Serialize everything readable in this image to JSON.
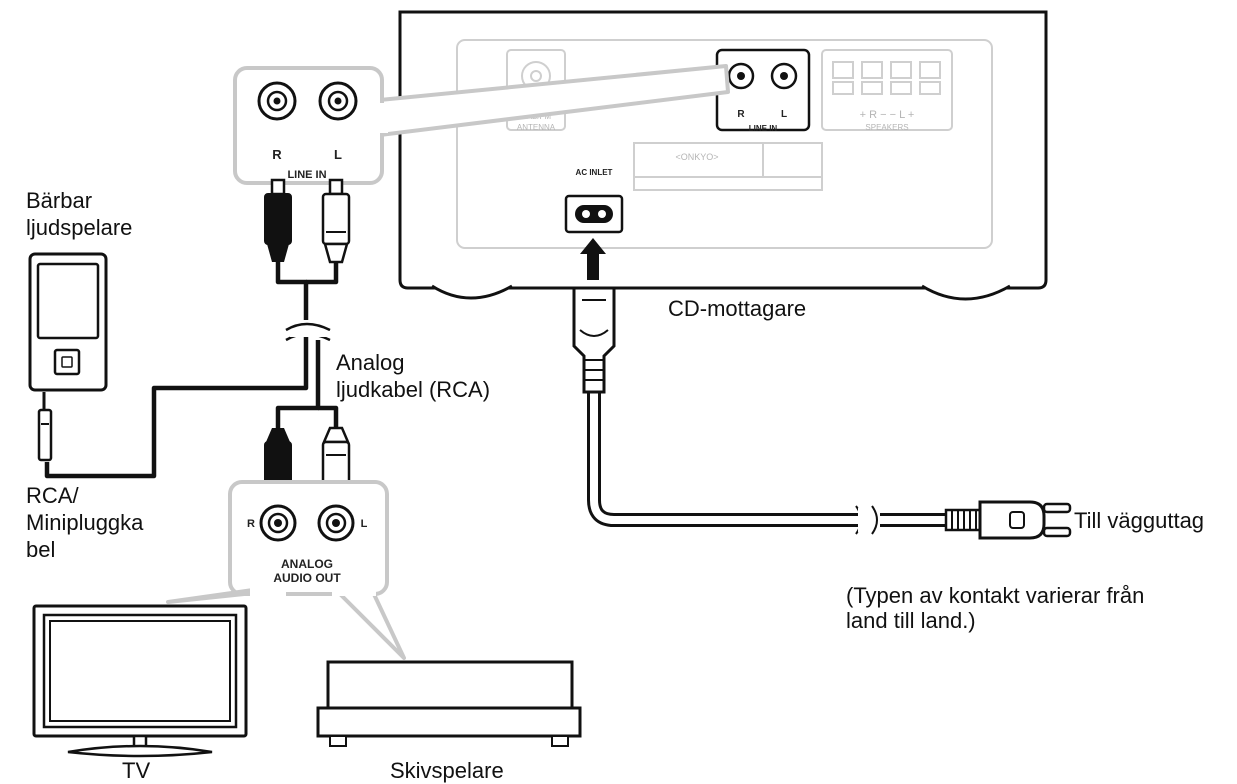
{
  "labels": {
    "portable_player": [
      "Bärbar",
      "ljudspelare"
    ],
    "analog_cable": [
      "Analog",
      "ljudkabel (RCA)"
    ],
    "rca_mini_cable": [
      "RCA/",
      "Minipluggka",
      "bel"
    ],
    "cd_receiver": "CD-mottagare",
    "wall_outlet": "Till vägguttag",
    "plug_note": [
      "(Typen av kontakt varierar från",
      "land till land.)"
    ],
    "tv": "TV",
    "turntable": "Skivspelare"
  },
  "panel": {
    "line_in_r": "R",
    "line_in_l": "L",
    "line_in": "LINE IN",
    "antenna": [
      "DAB/FM",
      "ANTENNA"
    ],
    "speakers": "SPEAKERS",
    "speaker_signs": "+ R −   − L +",
    "ac_inlet": "AC INLET",
    "plate": "<ONKYO>"
  },
  "zoom_line_in": {
    "r": "R",
    "l": "L",
    "title": "LINE IN"
  },
  "analog_out": {
    "r": "R",
    "l": "L",
    "title": [
      "ANALOG",
      "AUDIO OUT"
    ]
  },
  "colors": {
    "stroke": "#111111",
    "faint": "#c8c8c8",
    "callout_fill": "#ffffff"
  }
}
